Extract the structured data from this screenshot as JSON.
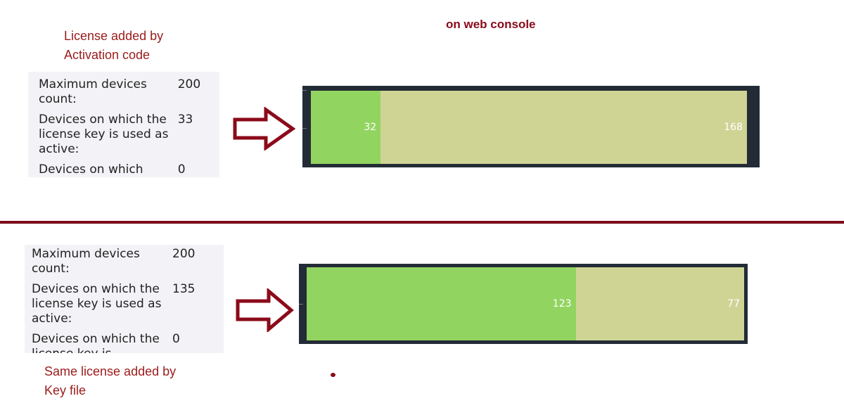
{
  "title": "on web console",
  "top": {
    "note": [
      "License added by",
      "Activation code"
    ],
    "rows": [
      {
        "label": "Maximum devices count:",
        "value": "200"
      },
      {
        "label": "Devices on which the license key is used as active:",
        "value": "33"
      },
      {
        "label": "Devices on which",
        "value": "0"
      }
    ],
    "bar": {
      "used": 32,
      "free": 168,
      "used_label": "32",
      "free_label": "168"
    }
  },
  "bottom": {
    "note": [
      "Same license added by",
      "Key file"
    ],
    "rows": [
      {
        "label": "Maximum devices count:",
        "value": "200"
      },
      {
        "label": "Devices on which the license key is used as active:",
        "value": "135"
      },
      {
        "label": "Devices on which the license key is",
        "value": "0"
      }
    ],
    "bar": {
      "used": 123,
      "free": 77,
      "used_label": "123",
      "free_label": "77"
    }
  },
  "colors": {
    "used": "#92d460",
    "free": "#cfd495",
    "frame": "#232b36",
    "accent": "#7a0a1a"
  }
}
